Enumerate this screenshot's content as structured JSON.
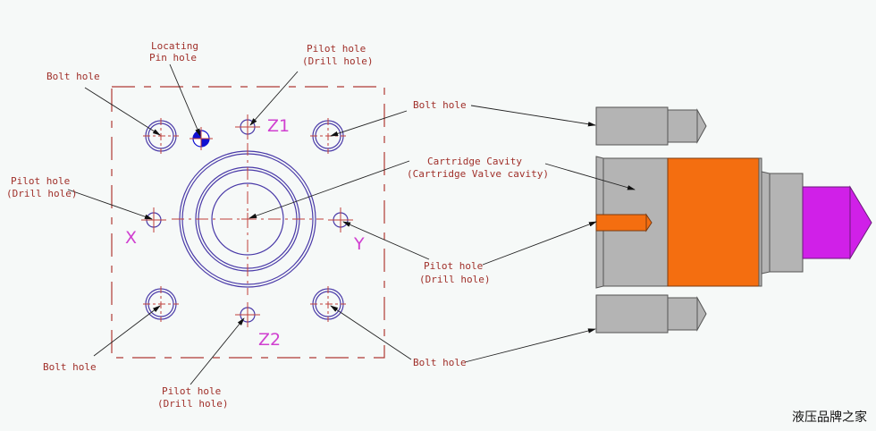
{
  "labels": {
    "bolt_hole_tl": "Bolt hole",
    "locating_pin": [
      "Locating",
      "Pin hole"
    ],
    "pilot_z1": [
      "Pilot hole",
      "(Drill hole)"
    ],
    "pilot_x": [
      "Pilot hole",
      "(Drill hole)"
    ],
    "bolt_hole_bl": "Bolt hole",
    "pilot_z2": [
      "Pilot hole",
      "(Drill hole)"
    ],
    "bolt_hole_right_top": "Bolt hole",
    "cartridge": [
      "Cartridge Cavity",
      "(Cartridge Valve cavity)"
    ],
    "pilot_y": [
      "Pilot hole",
      "(Drill hole)"
    ],
    "bolt_hole_right_bottom": "Bolt hole"
  },
  "ports": {
    "z1": "Z1",
    "z2": "Z2",
    "x": "X",
    "y": "Y"
  },
  "watermark": "液压品牌之家",
  "colors": {
    "valve_body": "#f46e10",
    "spool": "#d020e8",
    "block": "#b4b4b4",
    "pin_hole": "#1010d0"
  }
}
